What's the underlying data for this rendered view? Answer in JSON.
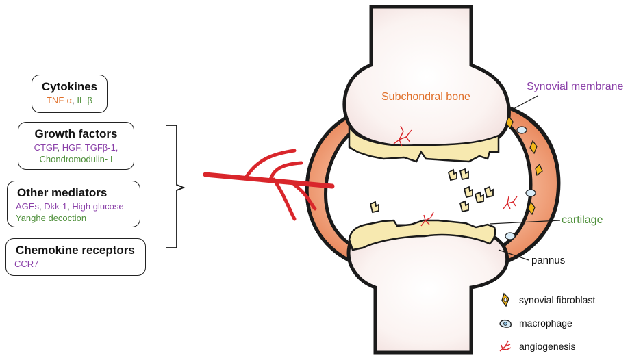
{
  "boxes": {
    "cytokines": {
      "title": "Cytokines",
      "items": [
        {
          "text": "TNF-α",
          "color": "#e0702a"
        },
        {
          "text": "IL-β",
          "color": "#4e8f3a"
        }
      ]
    },
    "growth_factors": {
      "title": "Growth factors",
      "line1": [
        {
          "text": "CTGF",
          "color": "#8a3fa8"
        },
        {
          "text": "HGF",
          "color": "#8a3fa8"
        },
        {
          "text": "TGFβ-1,",
          "color": "#8a3fa8"
        }
      ],
      "line2": [
        {
          "text": "Chondromodulin- I",
          "color": "#4e8f3a"
        }
      ]
    },
    "other_mediators": {
      "title": "Other mediators",
      "line1": [
        {
          "text": "AGEs",
          "color": "#8a3fa8"
        },
        {
          "text": "Dkk-1",
          "color": "#8a3fa8"
        },
        {
          "text": "High glucose",
          "color": "#8a3fa8"
        }
      ],
      "line2": [
        {
          "text": "Yanghe decoction",
          "color": "#4e8f3a"
        }
      ]
    },
    "chemokine_receptors": {
      "title": "Chemokine receptors",
      "items": [
        {
          "text": "CCR7",
          "color": "#8a3fa8"
        }
      ]
    }
  },
  "labels": {
    "subchondral_bone": "Subchondral bone",
    "synovial_membrane": "Synovial membrane",
    "cartilage": "cartilage",
    "pannus": "pannus"
  },
  "legend": [
    {
      "icon": "synovial-fibroblast-icon",
      "label": "synovial fibroblast"
    },
    {
      "icon": "macrophage-icon",
      "label": "macrophage"
    },
    {
      "icon": "angiogenesis-icon",
      "label": "angiogenesis"
    }
  ],
  "colors": {
    "subchondral_bone_label": "#e0702a",
    "synovial_membrane_label": "#8a3fa8",
    "cartilage_label": "#4e8f3a",
    "synovium_fill": "#f2a27a",
    "cartilage_fill": "#f7e9b0",
    "bone_fill": "#fbf5f3",
    "vessel_red": "#d9262b",
    "fibroblast_yellow": "#f2b619"
  }
}
